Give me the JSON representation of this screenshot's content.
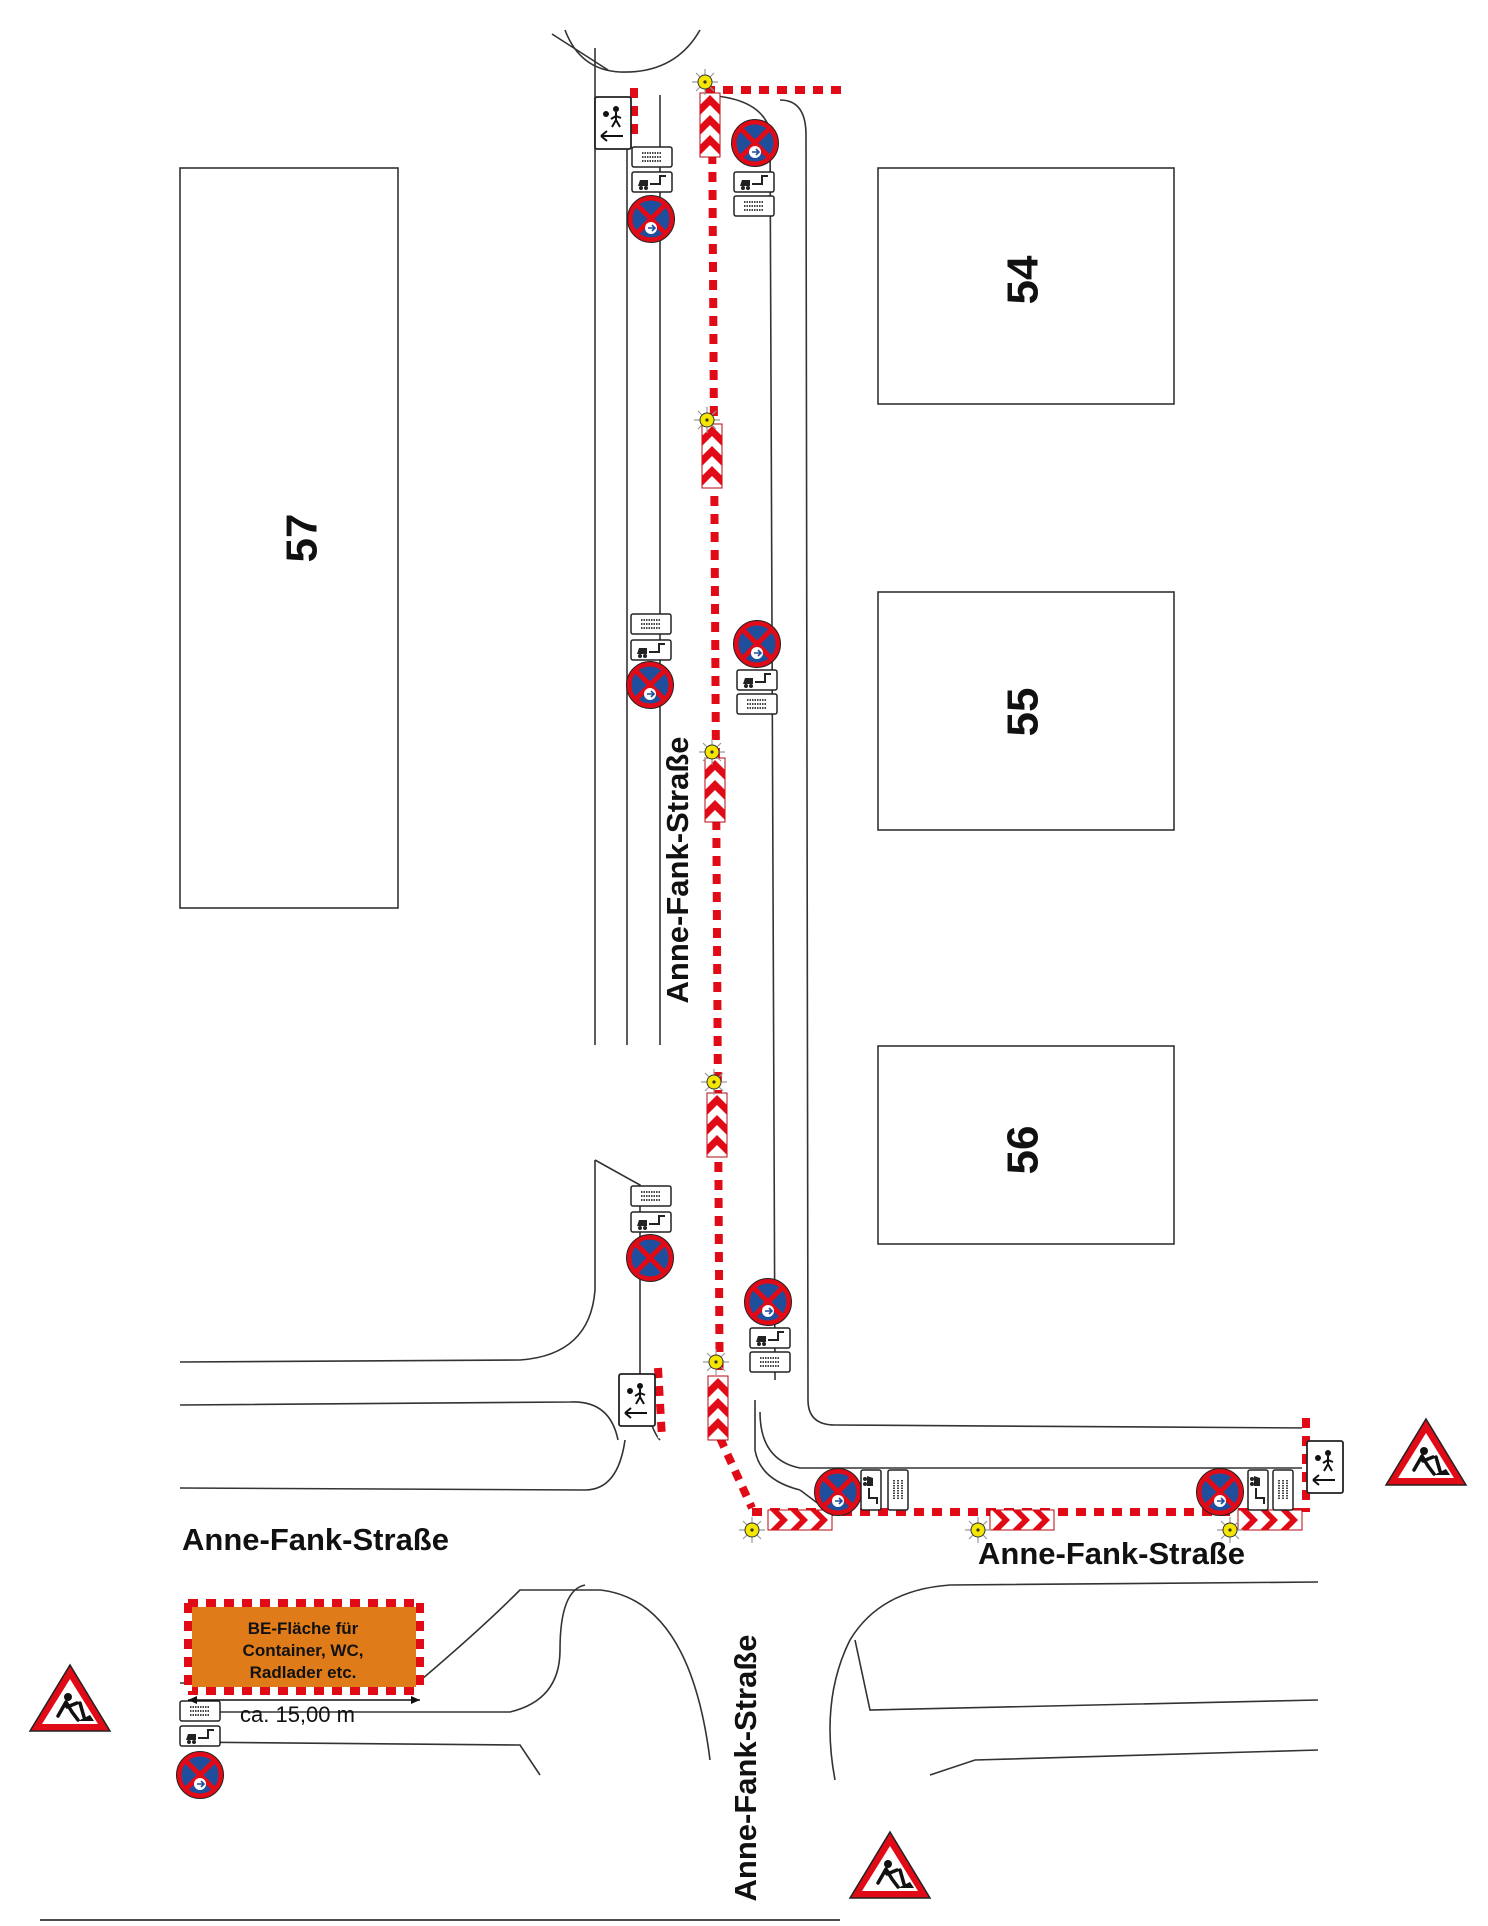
{
  "buildings": {
    "b57": {
      "number": "57"
    },
    "b54": {
      "number": "54"
    },
    "b55": {
      "number": "55"
    },
    "b56": {
      "number": "56"
    }
  },
  "streets": {
    "vertical_upper": "Anne-Fank-Straße",
    "west": "Anne-Fank-Straße",
    "east": "Anne-Fank-Straße",
    "vertical_lower": "Anne-Fank-Straße"
  },
  "be_area": {
    "line1": "BE-Fläche für",
    "line2": "Container, WC,",
    "line3": "Radlader etc.",
    "dimension": "ca. 15,00 m",
    "fill_color": "#e07b1a"
  },
  "colors": {
    "barrier_red": "#e10a17",
    "sign_blue": "#1f4e9c",
    "warning_light": "#f5e600",
    "be_orange": "#e07b1a"
  },
  "icons": {
    "no_stopping": "no-stopping-sign-icon",
    "roadworks": "roadworks-warning-sign-icon",
    "pedestrian_detour": "pedestrian-detour-sign-icon",
    "tow_away": "tow-away-plate-icon",
    "time_plate": "time-plate-icon",
    "warning_light": "warning-light-icon",
    "chevron_board": "chevron-guide-board-icon"
  }
}
